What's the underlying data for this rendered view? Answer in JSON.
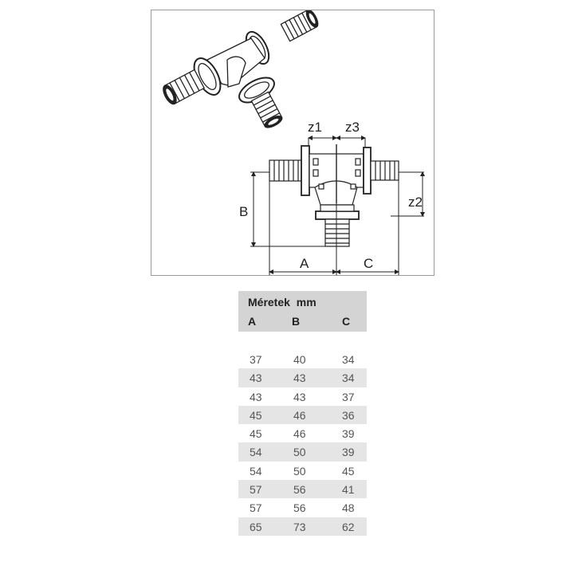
{
  "drawing": {
    "labels": {
      "z1": "z1",
      "z3": "z3",
      "z2": "z2",
      "a": "A",
      "b": "B",
      "c": "C"
    }
  },
  "table": {
    "title": "Méretek mm",
    "headers": [
      "A",
      "B",
      "C"
    ],
    "rows": [
      [
        "37",
        "40",
        "34"
      ],
      [
        "43",
        "43",
        "34"
      ],
      [
        "43",
        "43",
        "37"
      ],
      [
        "45",
        "46",
        "36"
      ],
      [
        "45",
        "46",
        "39"
      ],
      [
        "54",
        "50",
        "39"
      ],
      [
        "54",
        "50",
        "45"
      ],
      [
        "57",
        "56",
        "41"
      ],
      [
        "57",
        "56",
        "48"
      ],
      [
        "65",
        "73",
        "62"
      ]
    ]
  }
}
